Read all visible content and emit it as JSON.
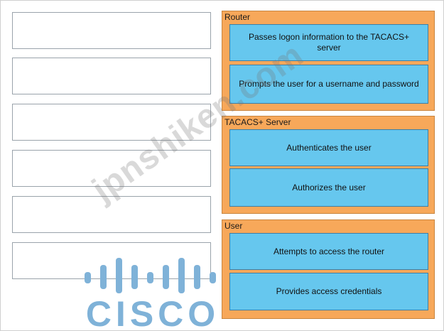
{
  "drop_slots": [
    "",
    "",
    "",
    "",
    "",
    ""
  ],
  "groups": [
    {
      "title": "Router",
      "items": [
        "Passes logon information to the TACACS+ server",
        "Prompts the user for a username and password"
      ]
    },
    {
      "title": "TACACS+ Server",
      "items": [
        "Authenticates the user",
        "Authorizes the user"
      ]
    },
    {
      "title": "User",
      "items": [
        "Attempts to access the router",
        "Provides access credentials"
      ]
    }
  ],
  "watermark": "jpnshiken.com",
  "logo": {
    "text": "CISCO",
    "icon": "cisco-logo-bars",
    "color": "#7fb2d8"
  },
  "colors": {
    "group_bg": "#f7a85a",
    "item_bg": "#66c7ee",
    "item_border": "#3d7fa6"
  }
}
